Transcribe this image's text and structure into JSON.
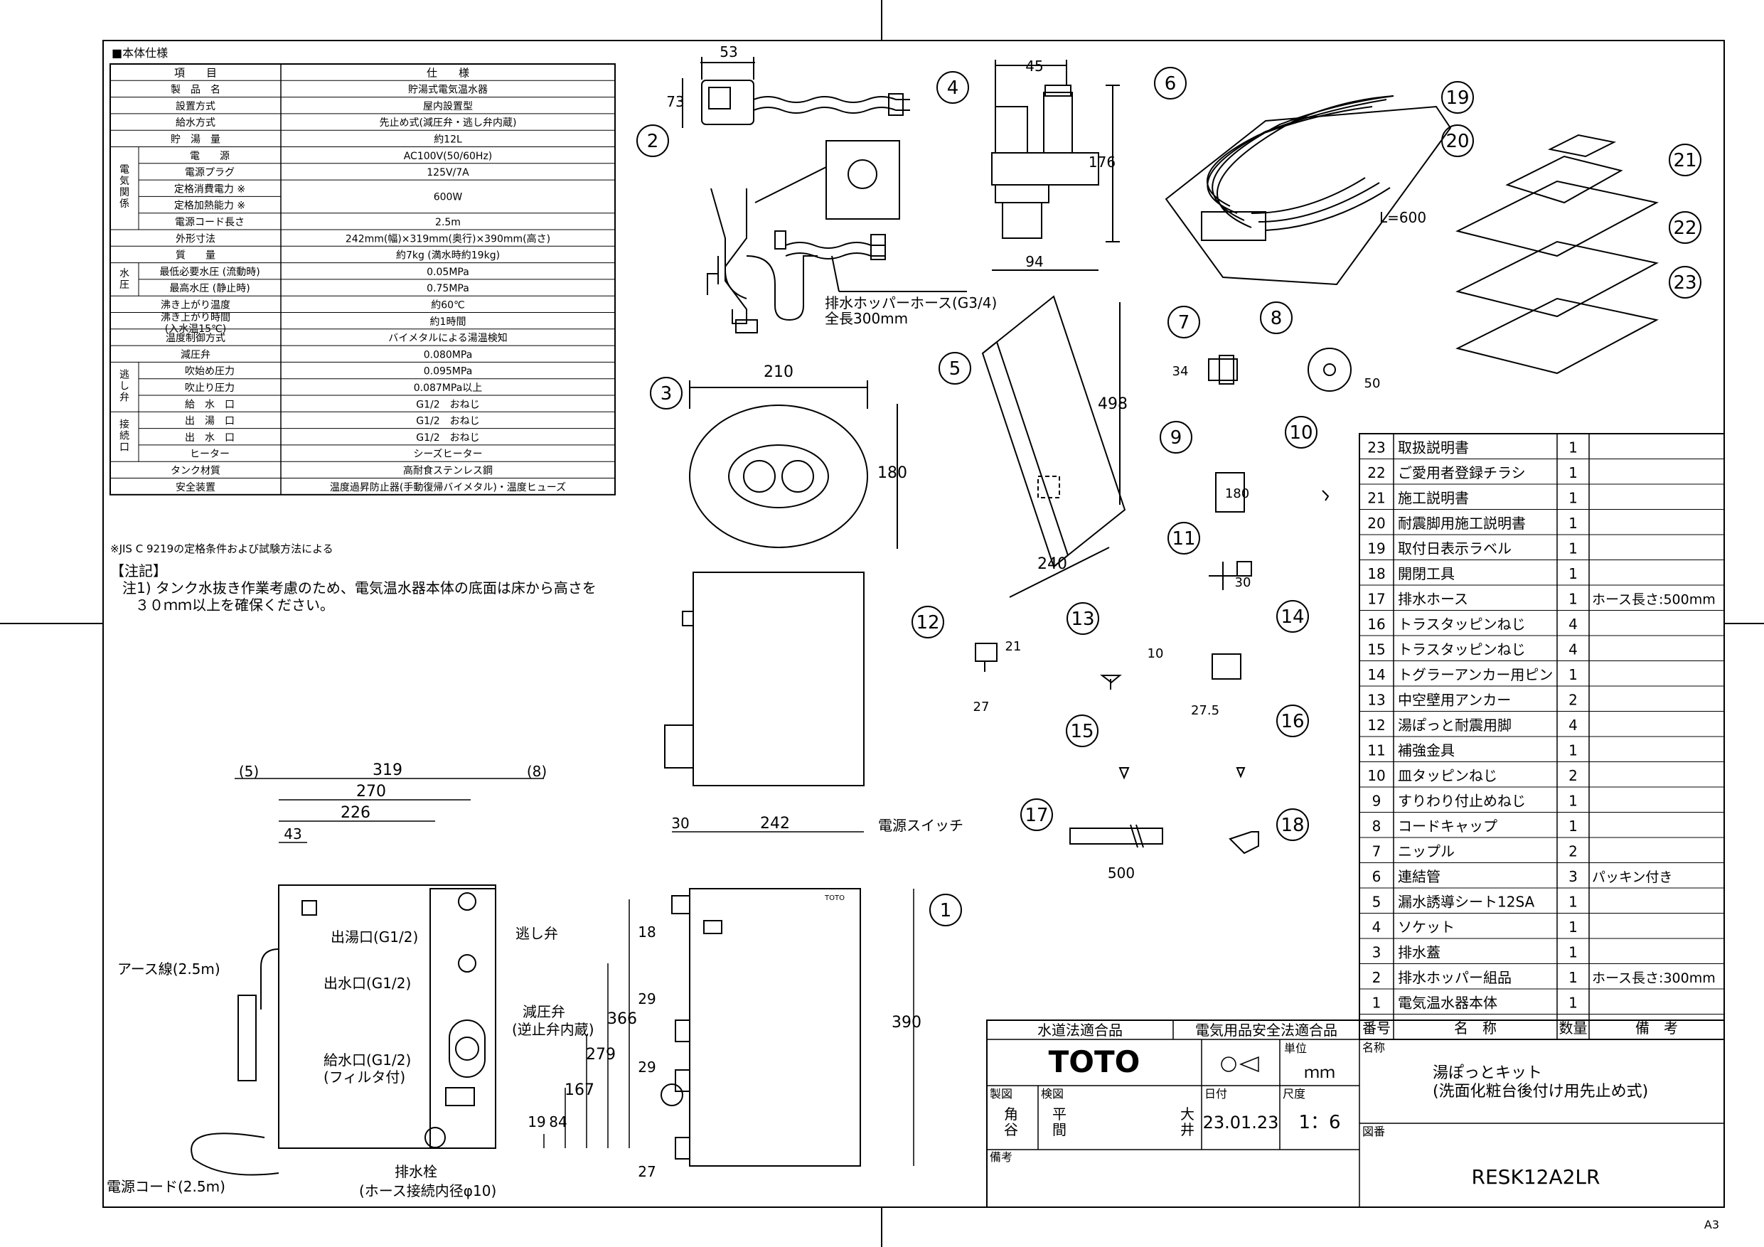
{
  "spec": {
    "heading": "■本体仕様",
    "note_jis": "※JIS C 9219の定格条件および試験方法による",
    "col_item": "項　　目",
    "col_spec": "仕　　様",
    "groups": [
      {
        "label": "電\n気\n関\n係",
        "from": 5,
        "to": 9
      },
      {
        "label": "水\n圧",
        "from": 12,
        "to": 13
      },
      {
        "label": "逃\nし\n弁",
        "from": 18,
        "to": 20
      },
      {
        "label": "接\n続\n口",
        "from": 21,
        "to": 23
      }
    ],
    "rows": [
      {
        "item": "製　品　名",
        "value": "貯湯式電気温水器"
      },
      {
        "item": "設置方式",
        "value": "屋内設置型"
      },
      {
        "item": "給水方式",
        "value": "先止め式(減圧弁・逃し弁内蔵)"
      },
      {
        "item": "貯　湯　量",
        "value": "約12L"
      },
      {
        "item": "電　　源",
        "value": "AC100V(50/60Hz)"
      },
      {
        "item": "電源プラグ",
        "value": "125V/7A"
      },
      {
        "item": "定格消費電力 ※",
        "value": "600W"
      },
      {
        "item": "定格加熱能力 ※",
        "value": ""
      },
      {
        "item": "電源コード長さ",
        "value": "2.5m"
      },
      {
        "item": "外形寸法",
        "value": "242mm(幅)×319mm(奥行)×390mm(高さ)"
      },
      {
        "item": "質　　量",
        "value": "約7kg (満水時約19kg)"
      },
      {
        "item": "最低必要水圧 (流動時)",
        "value": "0.05MPa"
      },
      {
        "item": "最高水圧 (静止時)",
        "value": "0.75MPa"
      },
      {
        "item": "沸き上がり温度",
        "value": "約60℃"
      },
      {
        "item": "沸き上がり時間\n(入水温15℃)",
        "value": "約1時間"
      },
      {
        "item": "温度制御方式",
        "value": "バイメタルによる湯温検知"
      },
      {
        "item": "減圧弁",
        "value": "0.080MPa"
      },
      {
        "item": "吹始め圧力",
        "value": "0.095MPa"
      },
      {
        "item": "吹止り圧力",
        "value": "0.087MPa以上"
      },
      {
        "item": "給　水　口",
        "value": "G1/2　おねじ"
      },
      {
        "item": "出　湯　口",
        "value": "G1/2　おねじ"
      },
      {
        "item": "出　水　口",
        "value": "G1/2　おねじ"
      },
      {
        "item": "ヒーター",
        "value": "シーズヒーター"
      },
      {
        "item": "タンク材質",
        "value": "高耐食ステンレス鋼"
      },
      {
        "item": "安全装置",
        "value": "温度過昇防止器(手動復帰バイメタル)・温度ヒューズ"
      }
    ]
  },
  "notes": {
    "title": "【注記】",
    "line1": "注1) タンク水抜き作業考慮のため、電気温水器本体の底面は床から高さを",
    "line2": "３０ｍｍ以上を確保ください。"
  },
  "parts": {
    "header": {
      "no": "番号",
      "name": "名　称",
      "qty": "数量",
      "note": "備　考"
    },
    "rows": [
      {
        "no": "23",
        "name": "取扱説明書",
        "qty": "1",
        "note": ""
      },
      {
        "no": "22",
        "name": "ご愛用者登録チラシ",
        "qty": "1",
        "note": ""
      },
      {
        "no": "21",
        "name": "施工説明書",
        "qty": "1",
        "note": ""
      },
      {
        "no": "20",
        "name": "耐震脚用施工説明書",
        "qty": "1",
        "note": ""
      },
      {
        "no": "19",
        "name": "取付日表示ラベル",
        "qty": "1",
        "note": ""
      },
      {
        "no": "18",
        "name": "開閉工具",
        "qty": "1",
        "note": ""
      },
      {
        "no": "17",
        "name": "排水ホース",
        "qty": "1",
        "note": "ホース長さ:500mm"
      },
      {
        "no": "16",
        "name": "トラスタッピンねじ",
        "qty": "4",
        "note": ""
      },
      {
        "no": "15",
        "name": "トラスタッピンねじ",
        "qty": "4",
        "note": ""
      },
      {
        "no": "14",
        "name": "トグラーアンカー用ピン",
        "qty": "1",
        "note": ""
      },
      {
        "no": "13",
        "name": "中空壁用アンカー",
        "qty": "2",
        "note": ""
      },
      {
        "no": "12",
        "name": "湯ぽっと耐震用脚",
        "qty": "4",
        "note": ""
      },
      {
        "no": "11",
        "name": "補強金具",
        "qty": "1",
        "note": ""
      },
      {
        "no": "10",
        "name": "皿タッピンねじ",
        "qty": "2",
        "note": ""
      },
      {
        "no": "9",
        "name": "すりわり付止めねじ",
        "qty": "1",
        "note": ""
      },
      {
        "no": "8",
        "name": "コードキャップ",
        "qty": "1",
        "note": ""
      },
      {
        "no": "7",
        "name": "ニップル",
        "qty": "2",
        "note": ""
      },
      {
        "no": "6",
        "name": "連結管",
        "qty": "3",
        "note": "パッキン付き"
      },
      {
        "no": "5",
        "name": "漏水誘導シート12SA",
        "qty": "1",
        "note": ""
      },
      {
        "no": "4",
        "name": "ソケット",
        "qty": "1",
        "note": ""
      },
      {
        "no": "3",
        "name": "排水蓋",
        "qty": "1",
        "note": ""
      },
      {
        "no": "2",
        "name": "排水ホッパー組品",
        "qty": "1",
        "note": "ホース長さ:300mm"
      },
      {
        "no": "1",
        "name": "電気温水器本体",
        "qty": "1",
        "note": ""
      }
    ]
  },
  "title_block": {
    "cert1": "水道法適合品",
    "cert2": "電気用品安全法適合品",
    "brand": "TOTO",
    "unit_label": "単位",
    "unit": "ｍｍ",
    "name_label": "名称",
    "name1": "湯ぽっとキット",
    "name2": "(洗面化粧台後付け用先止め式)",
    "drawn_label": "製図",
    "checked_label": "検図",
    "date_label": "日付",
    "scale_label": "尺度",
    "drawn_by": "角\n谷",
    "checked_by": "平\n間",
    "approved_by": "大\n井",
    "date": "23.01.23",
    "scale": "1：6",
    "drawing_no_label": "図番",
    "drawing_no": "RESK12A2LR",
    "remarks_label": "備考"
  },
  "sheet_size": "A3",
  "labels": {
    "hopper_hose": "排水ホッパーホース(G3/4)",
    "hopper_len": "全長300mm",
    "pipe_len": "L=600",
    "outlet_hot": "出湯口(G1/2)",
    "relief": "逃し弁",
    "outlet_water": "出水口(G1/2)",
    "reducer": "減圧弁",
    "reducer_note": "(逆止弁内蔵)",
    "inlet": "給水口(G1/2)",
    "inlet_note": "(フィルタ付)",
    "earth": "アース線(2.5m)",
    "cord": "電源コード(2.5m)",
    "drain": "排水栓",
    "drain_note": "(ホース接続内径φ10)",
    "power_switch": "電源スイッチ",
    "unit_brand": "TOTO"
  },
  "dims": {
    "d53": "53",
    "d73": "73",
    "d45": "45",
    "d176": "176",
    "d94": "94",
    "d210": "210",
    "d180": "180",
    "d498": "498",
    "d240": "240",
    "d34": "34",
    "d50": "50",
    "d180b": "180",
    "d30": "30",
    "d21": "21",
    "d27": "27",
    "d10": "10",
    "d275": "27.5",
    "d500": "500",
    "d5": "(5)",
    "d319": "319",
    "d8": "(8)",
    "d270": "270",
    "d226": "226",
    "d43": "43",
    "d366": "366",
    "d279": "279",
    "d167": "167",
    "d84": "84",
    "d19": "19",
    "d30s": "30",
    "d242": "242",
    "d18": "18",
    "d29a": "29",
    "d29b": "29",
    "d27b": "27",
    "d390": "390"
  },
  "callouts": [
    "1",
    "2",
    "3",
    "4",
    "5",
    "6",
    "7",
    "8",
    "9",
    "10",
    "11",
    "12",
    "13",
    "14",
    "15",
    "16",
    "17",
    "18",
    "19",
    "20",
    "21",
    "22",
    "23"
  ]
}
